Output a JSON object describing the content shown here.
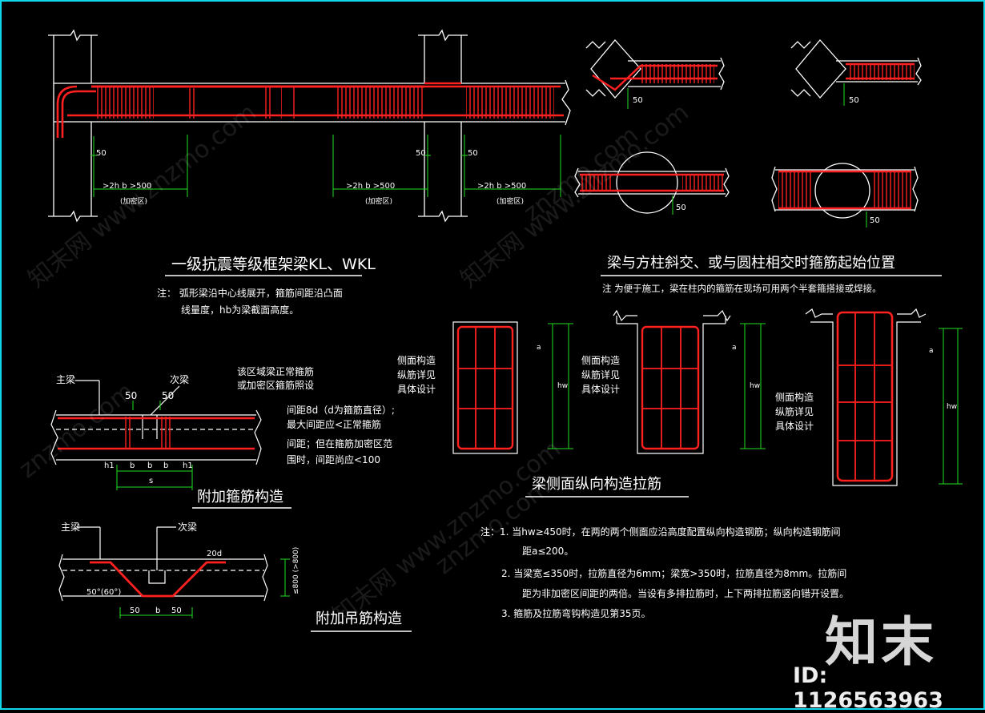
{
  "colors": {
    "background": "#000000",
    "frame": "#10d8ea",
    "rebar": "#ff2020",
    "dim": "#22dd22",
    "line": "#ffffff",
    "dashed": "#ffffff"
  },
  "section_kl": {
    "title": "一级抗震等级框架梁KL、WKL",
    "note1": "注：  弧形梁沿中心线展开，箍筋间距沿凸面",
    "note2": "线量度，hb为梁截面高度。",
    "dim_50_a": "50",
    "dim_50_b": "50",
    "dim_50_c": "50",
    "dim_zone_1": ">2h b >500",
    "dim_zone_2": ">2h b >500",
    "dim_zone_3": ">2h b >500",
    "zone_label_1": "(加密区)",
    "zone_label_2": "(加密区)",
    "zone_label_3": "(加密区)"
  },
  "section_column": {
    "title": "梁与方柱斜交、或与圆柱相交时箍筋起始位置",
    "note": "注    为便于施工，梁在柱内的箍筋在现场可用两个半套箍搭接或焊接。",
    "dim_1": "50",
    "dim_2": "50",
    "dim_3": "50",
    "dim_4": "50"
  },
  "section_stirrup": {
    "title": "附加箍筋构造",
    "main_beam": "主梁",
    "sec_beam": "次梁",
    "dim_50_left": "50",
    "dim_50_right": "50",
    "callout_1": "该区域梁正常箍筋",
    "callout_2": "或加密区箍筋照设",
    "spacing_1": "间距8d（d为箍筋直径）;",
    "spacing_2": "最大间距应<正常箍筋",
    "spacing_3": "间距；但在箍筋加密区范",
    "spacing_4": "围时，间距尚应<100",
    "h1_left": "h1",
    "b1": "b",
    "b2": "b",
    "b3": "b",
    "h1_right": "h1",
    "s": "s"
  },
  "section_hanger": {
    "title": "附加吊筋构造",
    "main_beam": "主梁",
    "sec_beam": "次梁",
    "dim_20d": "20d",
    "angle": "50°(60°)",
    "dim_left": "50",
    "dim_b": "b",
    "dim_right": "50",
    "height": "≤800 (>800)"
  },
  "section_side": {
    "title": "梁侧面纵向构造拉筋",
    "label_a1": "侧面构造",
    "label_a2": "纵筋详见",
    "label_a3": "具体设计",
    "label_b1": "侧面构造",
    "label_b2": "纵筋详见",
    "label_b3": "具体设计",
    "label_c1": "侧面构造",
    "label_c2": "纵筋详见",
    "label_c3": "具体设计",
    "hw_1": "hw",
    "hw_2": "hw",
    "hw_3": "hw",
    "mark_a": "a",
    "mark_b": "a",
    "mark_c": "a"
  },
  "notes": {
    "n1a": "注：1. 当hw≥450时，在两的两个侧面应沿高度配置纵向构造钢筋；纵向构造钢筋间",
    "n1b": "距a≤200。",
    "n2a": "2. 当梁宽≤350时，拉筋直径为6mm；梁宽>350时，拉筋直径为8mm。拉筋间",
    "n2b": "距为非加密区间距的两倍。当设有多排拉筋时，上下两排拉筋竖向错开设置。",
    "n3": "3. 箍筋及拉筋弯钩构造见第35页。"
  },
  "watermark": {
    "logo": "知末",
    "id": "ID: 1126563963",
    "site": "znzmo.com",
    "brand": "知末网 www.znzmo.com"
  }
}
